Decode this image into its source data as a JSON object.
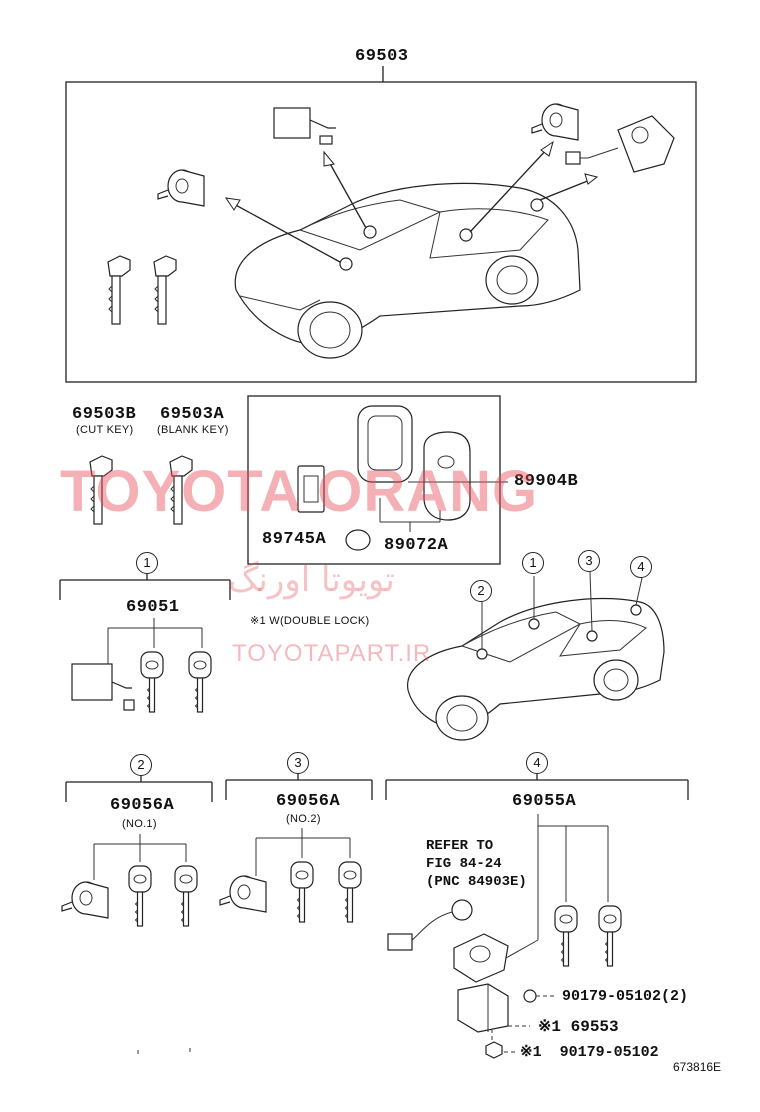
{
  "diagram": {
    "top_assembly": "69503",
    "cut_key": {
      "part": "69503B",
      "desc": "(CUT KEY)"
    },
    "blank_key": {
      "part": "69503A",
      "desc": "(BLANK KEY)"
    },
    "smart_key_case": "89904B",
    "battery": "89745A",
    "smart_key": "89072A",
    "group1": {
      "marker": "1",
      "part": "69051",
      "note": "※1  W(DOUBLE LOCK)"
    },
    "group2": {
      "marker": "2",
      "part": "69056A",
      "desc": "(NO.1)"
    },
    "group3": {
      "marker": "3",
      "part": "69056A",
      "desc": "(NO.2)"
    },
    "group4": {
      "marker": "4",
      "part": "69055A",
      "reference": "REFER TO\nFIG 84-24\n(PNC 84903E)"
    },
    "car_markers": [
      "1",
      "2",
      "3",
      "4"
    ],
    "bolt1": "90179-05102(2)",
    "cylinder": "※1 69553",
    "bolt2": "※1  90179-05102",
    "illustration_code": "673816E"
  },
  "watermark": {
    "brand": "TOYOTA ORANG",
    "persian": "تویوتا اورنگ",
    "site": "TOYOTAPART.IR"
  }
}
